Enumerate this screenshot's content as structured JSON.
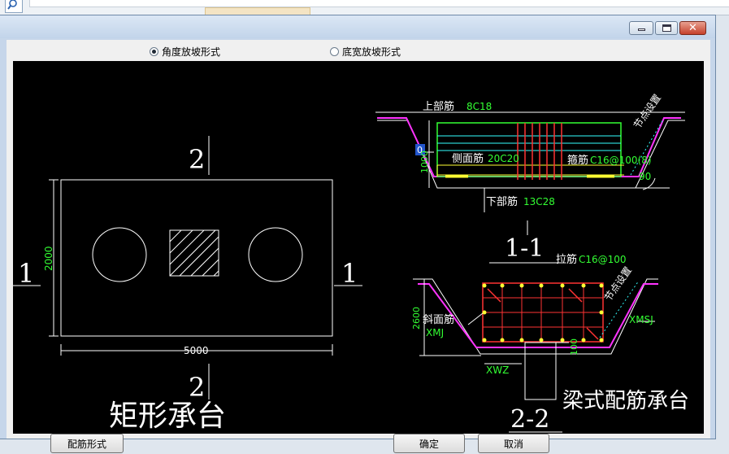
{
  "dialog": {
    "radio_angle": "角度放坡形式",
    "radio_width": "底宽放坡形式"
  },
  "rect": {
    "title": "矩形承台",
    "section_top": "2",
    "section_bottom": "2",
    "section_left": "1",
    "section_right": "1",
    "dim_width": "5000",
    "dim_height": "2000"
  },
  "beam": {
    "title": "梁式配筋承台",
    "section11": {
      "title": "1-1",
      "top_rebar_label": "上部筋",
      "top_rebar_value": "8C18",
      "input_value": "0",
      "side_rebar_label": "侧面筋",
      "side_rebar_value": "20C20",
      "stirrup_label": "箍筋",
      "stirrup_value": "C16@100(8)",
      "bottom_rebar_label": "下部筋",
      "bottom_rebar_value": "13C28",
      "node_label": "节点设置",
      "angle": "90",
      "height": "1000"
    },
    "section22": {
      "title": "2-2",
      "tie_label": "拉筋",
      "tie_value": "C16@100",
      "slope_label": "斜面筋",
      "xmj": "XMJ",
      "xmsj": "XMSJ",
      "xwz": "XWZ",
      "height": "2600",
      "small_dim": "100",
      "node_label": "节点设置"
    }
  },
  "buttons": {
    "rebar_form": "配筋形式",
    "ok": "确定",
    "cancel": "取消"
  }
}
